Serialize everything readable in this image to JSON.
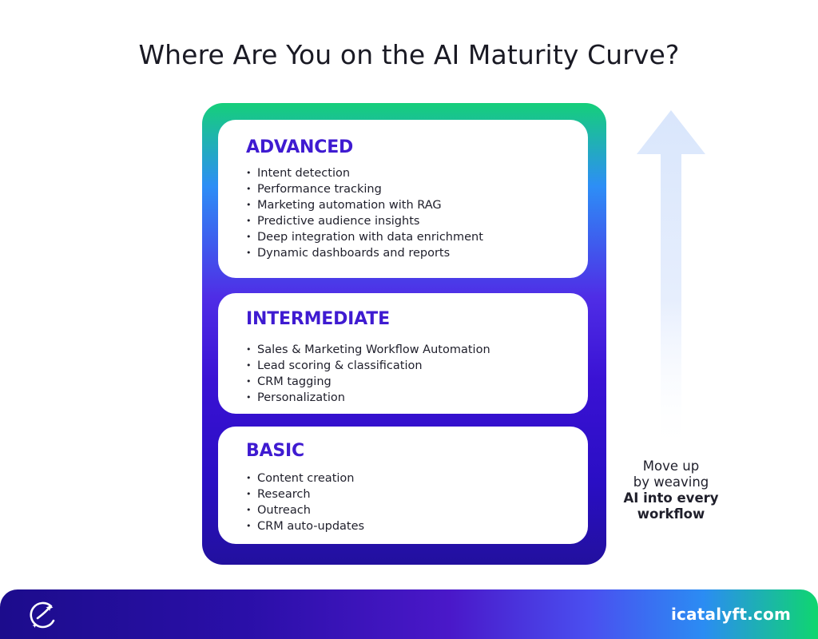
{
  "title": "Where Are You on the AI Maturity Curve?",
  "levels": [
    {
      "name": "ADVANCED",
      "items": [
        "Intent detection",
        "Performance tracking",
        "Marketing automation with RAG",
        "Predictive audience insights",
        "Deep integration with data enrichment",
        "Dynamic dashboards and reports"
      ]
    },
    {
      "name": "INTERMEDIATE",
      "items": [
        "Sales & Marketing Workflow Automation",
        "Lead scoring & classification",
        "CRM tagging",
        "Personalization"
      ]
    },
    {
      "name": "BASIC",
      "items": [
        "Content creation",
        "Research",
        "Outreach",
        "CRM auto-updates"
      ]
    }
  ],
  "arrow": {
    "line1": "Move up",
    "line2": "by weaving",
    "line3": "AI into every",
    "line4": "workflow"
  },
  "footer": {
    "site": "icatalyft.com",
    "logo_icon": "orbit-logo-icon"
  },
  "colors": {
    "accent": "#3f1bd1",
    "gradient_top": "#15cf7a",
    "gradient_bottom": "#22109e",
    "arrow": "#dce8fc"
  }
}
